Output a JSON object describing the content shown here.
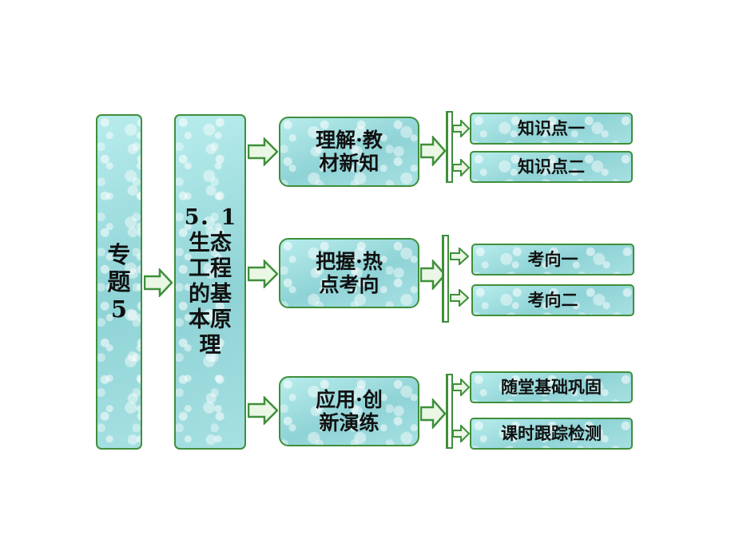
{
  "topic": {
    "label": "专题5",
    "chars": [
      "专",
      "题",
      "5"
    ]
  },
  "section": {
    "lines": [
      "5．1",
      "生态",
      "工程",
      "的基",
      "本原",
      "理"
    ]
  },
  "branches": [
    {
      "label_line1": "理解·教",
      "label_line2": "材新知",
      "items": [
        "知识点一",
        "知识点二"
      ]
    },
    {
      "label_line1": "把握·热",
      "label_line2": "点考向",
      "items": [
        "考向一",
        "考向二"
      ]
    },
    {
      "label_line1": "应用·创",
      "label_line2": "新演练",
      "items": [
        "随堂基础巩固",
        "课时跟踪检测"
      ]
    }
  ],
  "colors": {
    "border": "#3f8f3a",
    "fill": "#9fdcdc",
    "arrow_fill": "#e9f7e4"
  }
}
